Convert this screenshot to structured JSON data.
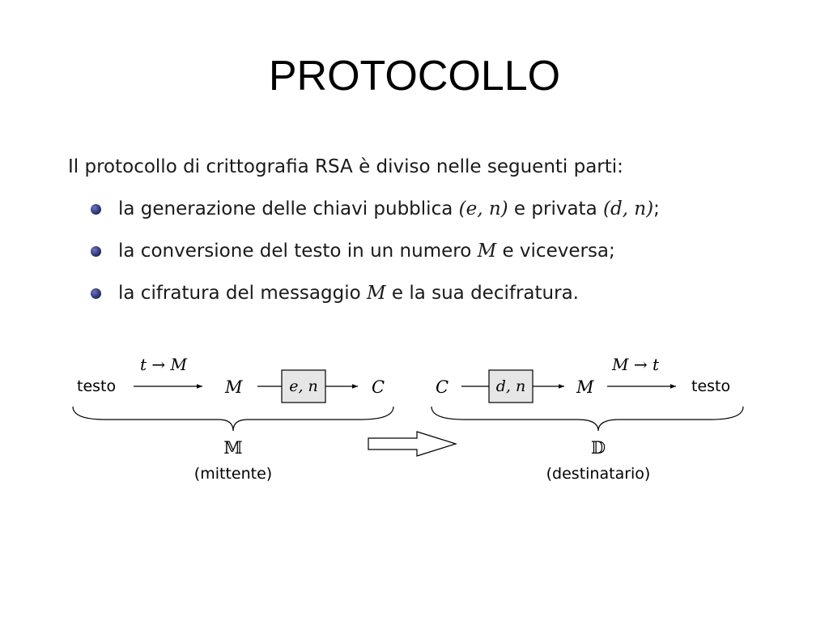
{
  "slide": {
    "title": "PROTOCOLLO",
    "intro": "Il protocollo di crittografia RSA è diviso nelle seguenti parti:",
    "bullets": [
      {
        "pre": "la generazione delle chiavi pubblica ",
        "m1": "(e, n)",
        "mid": " e privata ",
        "m2": "(d, n)",
        "post": ";"
      },
      {
        "pre": "la conversione del testo in un numero ",
        "m1": "M",
        "post": " e viceversa;"
      },
      {
        "pre": "la cifratura del messaggio ",
        "m1": "M",
        "post": " e la sua decifratura."
      }
    ]
  },
  "diagram": {
    "sender": {
      "input_text": "testo",
      "arrow_label": "t → M",
      "message": "M",
      "key_box": "e, n",
      "cipher": "C",
      "set_symbol": "𝕄",
      "role": "(mittente)"
    },
    "receiver": {
      "cipher": "C",
      "key_box": "d, n",
      "message": "M",
      "arrow_label": "M → t",
      "output_text": "testo",
      "set_symbol": "𝔻",
      "role": "(destinatario)"
    },
    "colors": {
      "key_box_fill": "#e6e6e6",
      "bullet": "#2a3272"
    }
  }
}
